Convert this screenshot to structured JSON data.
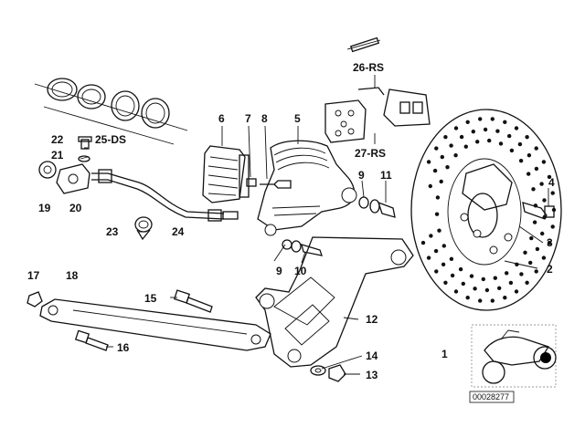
{
  "labels": {
    "p1": "1",
    "p2": "2",
    "p3": "3",
    "p4": "4",
    "p5": "5",
    "p6": "6",
    "p7": "7",
    "p8": "8",
    "p9a": "9",
    "p9b": "9",
    "p10": "10",
    "p11": "11",
    "p12": "12",
    "p13": "13",
    "p14": "14",
    "p15": "15",
    "p16": "16",
    "p17": "17",
    "p18": "18",
    "p19": "19",
    "p20": "20",
    "p21": "21",
    "p22": "22",
    "p23": "23",
    "p24": "24",
    "kit25": "25-DS",
    "kit26": "26-RS",
    "kit27": "27-RS"
  },
  "drawing_code": "00028277",
  "colors": {
    "ink": "#111111",
    "paper": "#ffffff",
    "accent_dot": "#000000"
  }
}
